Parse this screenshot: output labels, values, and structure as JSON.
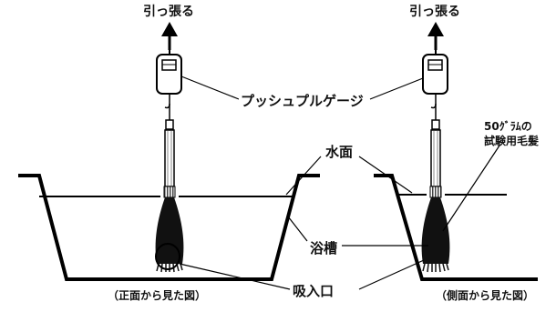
{
  "diagram": {
    "pull_left": "引っ張る",
    "pull_right": "引っ張る",
    "push_pull_gauge": "プッシュプルゲージ",
    "hair_sample_line1": "50ｸﾞﾗﾑの",
    "hair_sample_line2": "試験用毛髪",
    "water_surface": "水面",
    "bathtub": "浴槽",
    "suction_inlet": "吸入口",
    "front_view": "（正面から見た図）",
    "side_view": "（側面から見た図）"
  }
}
